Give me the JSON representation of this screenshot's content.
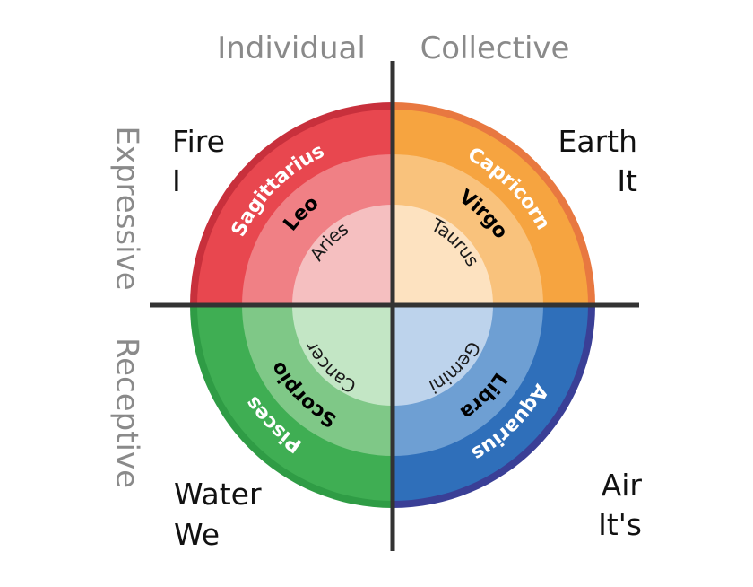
{
  "axis_labels": {
    "top_left": "Individual",
    "top_right": "Collective",
    "left_top": "Expressive",
    "left_bottom": "Receptive"
  },
  "quadrants": {
    "fire": {
      "element": "Fire",
      "pronoun": "I",
      "outer": "Sagittarius",
      "middle": "Leo",
      "inner": "Aries",
      "colors": {
        "rim": "#c8303c",
        "outer": "#e8474f",
        "middle": "#f08085",
        "inner": "#f5bfc0"
      }
    },
    "earth": {
      "element": "Earth",
      "pronoun": "It",
      "outer": "Capricorn",
      "middle": "Virgo",
      "inner": "Taurus",
      "colors": {
        "rim": "#e87840",
        "outer": "#f6a440",
        "middle": "#f9c27c",
        "inner": "#fde2c0"
      }
    },
    "water": {
      "element": "Water",
      "pronoun": "We",
      "outer": "Pisces",
      "middle": "Scorpio",
      "inner": "Cancer",
      "colors": {
        "rim": "#2f9c45",
        "outer": "#3fae53",
        "middle": "#7fc887",
        "inner": "#c3e6c5"
      }
    },
    "air": {
      "element": "Air",
      "pronoun": "It's",
      "outer": "Aquarius",
      "middle": "Libra",
      "inner": "Gemini",
      "colors": {
        "rim": "#3a3f96",
        "outer": "#2f6fba",
        "middle": "#6e9fd3",
        "inner": "#bdd3ec"
      }
    }
  },
  "line_color": "#333333"
}
